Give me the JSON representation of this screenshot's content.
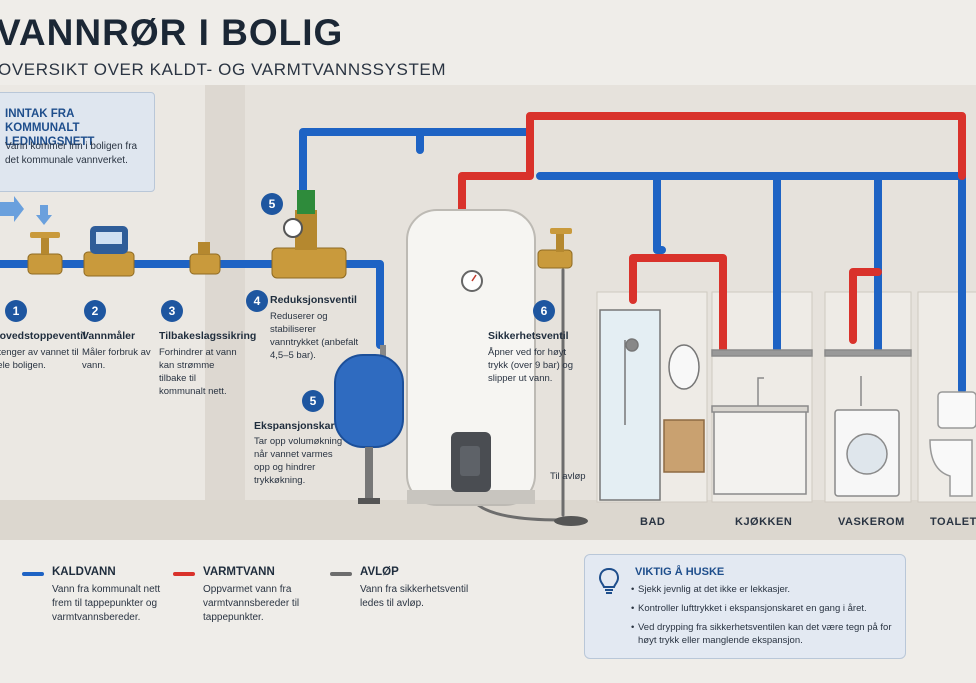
{
  "header": {
    "title": "VANNRØR I BOLIG",
    "subtitle": "OVERSIKT OVER KALDT- OG VARMTVANNSSYSTEM"
  },
  "intake": {
    "heading": "INNTAK FRA KOMMUNALT LEDNINGSNETT",
    "text": "Vann kommer inn i boligen fra det kommunale vannverket."
  },
  "components": [
    {
      "number": "1",
      "title": "Hovedstoppeventil",
      "text": "Stenger av vannet til hele boligen."
    },
    {
      "number": "2",
      "title": "Vannmåler",
      "text": "Måler forbruk av vann."
    },
    {
      "number": "3",
      "title": "Tilbakeslagssikring",
      "text": "Forhindrer at vann kan strømme tilbake til kommunalt nett."
    },
    {
      "number": "4",
      "title": "Reduksjonsventil",
      "text": "Reduserer og stabiliserer vanntrykket (anbefalt 4,5–5 bar)."
    },
    {
      "number": "5",
      "title": "Ekspansjonskar",
      "text": "Tar opp volumøkning når vannet varmes opp og hindrer trykkøkning."
    },
    {
      "number": "6",
      "title": "Sikkerhetsventil",
      "text": "Åpner ved for høyt trykk (over 9 bar) og slipper ut vann."
    }
  ],
  "extra_badge": "5",
  "drain_label": "Til avløp",
  "rooms": [
    "BAD",
    "KJØKKEN",
    "VASKEROM",
    "TOALETT"
  ],
  "legend": [
    {
      "title": "KALDVANN",
      "text": "Vann fra kommunalt nett frem til tappepunkter og varmtvannsbereder.",
      "color": "#1e63c4"
    },
    {
      "title": "VARMTVANN",
      "text": "Oppvarmet vann fra varmtvannsbereder til tappepunkter.",
      "color": "#d9322b"
    },
    {
      "title": "AVLØP",
      "text": "Vann fra sikkerhetsventil ledes til avløp.",
      "color": "#6d6d6d"
    }
  ],
  "tips": {
    "heading": "VIKTIG Å HUSKE",
    "icon": "lightbulb-icon",
    "items": [
      "Sjekk jevnlig at det ikke er lekkasjer.",
      "Kontroller lufttrykket i ekspansjonskaret en gang i året.",
      "Ved drypping fra sikkerhetsventilen kan det være tegn på for høyt trykk eller manglende ekspansjon."
    ]
  },
  "colors": {
    "cold": "#1e63c4",
    "hot": "#d9322b",
    "drain": "#6d6d6d",
    "brass": "#c99a3c",
    "badge": "#1e56a0"
  }
}
